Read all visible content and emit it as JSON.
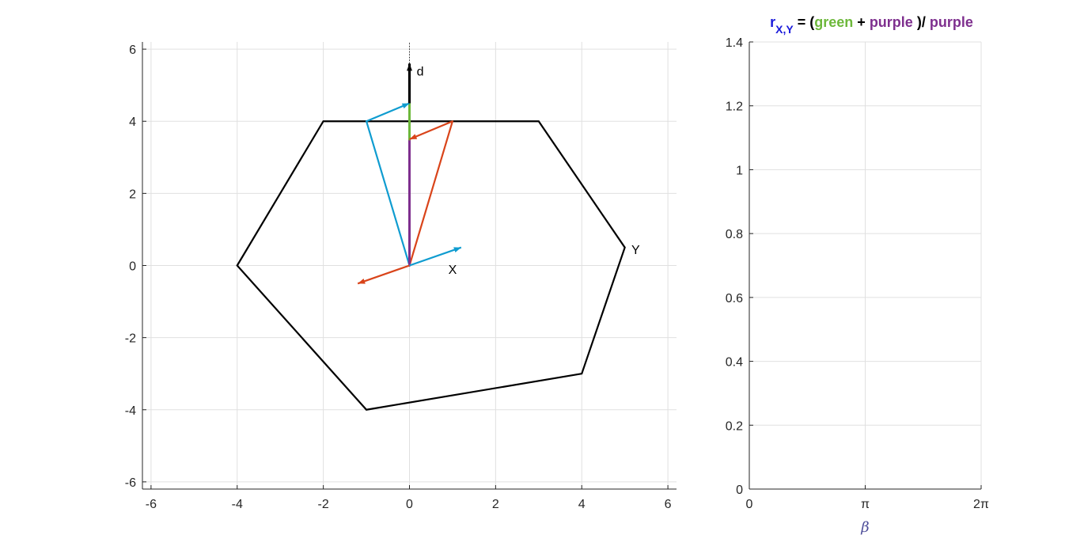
{
  "colors": {
    "polygon": "#000000",
    "cyan": "#0f9cd0",
    "red": "#d9441a",
    "green": "#6db83b",
    "purple": "#7e2f8e",
    "dir": "#000000",
    "title_r": "#1a1adb",
    "grid": "#e0e0e0",
    "axis": "#262626"
  },
  "chart_data": [
    {
      "type": "line",
      "xlim": [
        -6.2,
        6.2
      ],
      "ylim": [
        -6.2,
        6.2
      ],
      "grid": true,
      "x_ticks": [
        -6,
        -4,
        -2,
        0,
        2,
        4,
        6
      ],
      "x_tick_labels": [
        "-6",
        "-4",
        "-2",
        "0",
        "2",
        "4",
        "6"
      ],
      "y_ticks": [
        -6,
        -4,
        -2,
        0,
        2,
        4,
        6
      ],
      "y_tick_labels": [
        "-6",
        "-4",
        "-2",
        "0",
        "2",
        "4",
        "6"
      ],
      "polygon": [
        [
          -4,
          0
        ],
        [
          -2,
          4
        ],
        [
          3,
          4
        ],
        [
          5,
          0.5
        ],
        [
          4,
          -3
        ],
        [
          -1,
          -4
        ]
      ],
      "segments": [
        {
          "color": "cyan",
          "from": [
            0,
            0
          ],
          "to": [
            -1,
            4
          ],
          "arrow": false
        },
        {
          "color": "red",
          "from": [
            0,
            0
          ],
          "to": [
            1,
            4
          ],
          "arrow": false
        },
        {
          "color": "purple",
          "from": [
            0,
            0
          ],
          "to": [
            0,
            3.5
          ],
          "arrow": false
        },
        {
          "color": "green",
          "from": [
            0,
            3.5
          ],
          "to": [
            0,
            4.5
          ],
          "arrow": false
        }
      ],
      "arrows": [
        {
          "color": "cyan",
          "from": [
            0,
            0
          ],
          "to": [
            1.2,
            0.5
          ]
        },
        {
          "color": "red",
          "from": [
            0,
            0
          ],
          "to": [
            -1.2,
            -0.5
          ]
        },
        {
          "color": "cyan",
          "from": [
            -1,
            4
          ],
          "to": [
            0,
            4.5
          ]
        },
        {
          "color": "red",
          "from": [
            1,
            4
          ],
          "to": [
            0,
            3.5
          ]
        },
        {
          "color": "dir",
          "from": [
            0,
            4.5
          ],
          "to": [
            0,
            5.6
          ]
        }
      ],
      "dotted_line": {
        "from": [
          0,
          5.6
        ],
        "to": [
          0,
          6.2
        ]
      },
      "annotations": [
        {
          "text": "X",
          "at": [
            1,
            -0.1
          ]
        },
        {
          "text": "Y",
          "at": [
            5.25,
            0.45
          ]
        },
        {
          "text": "d",
          "at": [
            0.25,
            5.4
          ]
        }
      ]
    },
    {
      "type": "line",
      "xlim": [
        0,
        6.2832
      ],
      "ylim": [
        0,
        1.4
      ],
      "grid": true,
      "x_ticks": [
        0,
        3.1416,
        6.2832
      ],
      "x_tick_labels": [
        "0",
        "π",
        "2π"
      ],
      "y_ticks": [
        0,
        0.2,
        0.4,
        0.6,
        0.8,
        1,
        1.2,
        1.4
      ],
      "y_tick_labels": [
        "0",
        "0.2",
        "0.4",
        "0.6",
        "0.8",
        "1",
        "1.2",
        "1.4"
      ],
      "xlabel": "β",
      "series": [],
      "title_parts": [
        {
          "text": "r",
          "color": "title_r",
          "sub": false
        },
        {
          "text": "X,Y",
          "color": "title_r",
          "sub": true
        },
        {
          "text": " = (",
          "color": "dir",
          "sub": false
        },
        {
          "text": "green",
          "color": "green",
          "sub": false
        },
        {
          "text": " + ",
          "color": "dir",
          "sub": false
        },
        {
          "text": "purple",
          "color": "purple",
          "sub": false
        },
        {
          "text": " )/ ",
          "color": "dir",
          "sub": false
        },
        {
          "text": "purple",
          "color": "purple",
          "sub": false
        }
      ]
    }
  ]
}
